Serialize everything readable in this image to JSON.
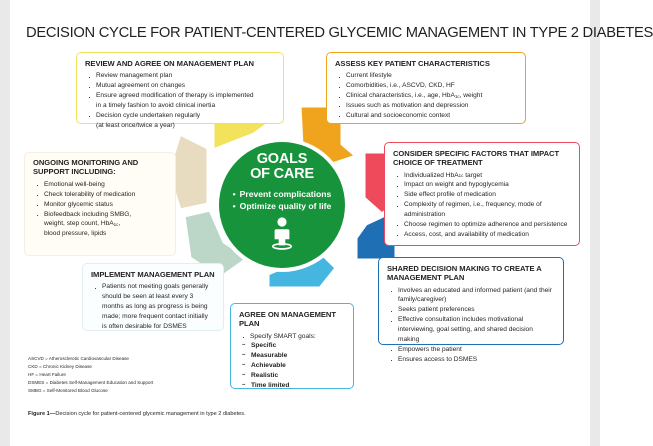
{
  "title": "DECISION CYCLE FOR PATIENT-CENTERED GLYCEMIC MANAGEMENT IN TYPE 2 DIABETES",
  "colors": {
    "core_green": "#17933b",
    "yellow": "#f2e25c",
    "orange": "#f0a41e",
    "red": "#ef4a5c",
    "dark_blue": "#1f6fb4",
    "light_blue": "#45b6e0",
    "pale_green": "#bcd7c7",
    "beige": "#e8dcc0"
  },
  "core": {
    "title_line1": "GOALS",
    "title_line2": "OF CARE",
    "bullets": [
      "Prevent complications",
      "Optimize quality of life"
    ],
    "icon": "person-icon"
  },
  "boxes": {
    "review": {
      "heading": "REVIEW AND AGREE ON MANAGEMENT PLAN",
      "items": [
        "Review management plan",
        "Mutual agreement on changes",
        "Ensure agreed modification of therapy is implemented",
        "in a timely fashion to avoid clinical inertia",
        "Decision cycle undertaken regularly",
        "(at least once/twice a year)"
      ]
    },
    "assess": {
      "heading": "ASSESS KEY PATIENT CHARACTERISTICS",
      "items": [
        "Current lifestyle",
        "Comorbidities, i.e., ASCVD, CKD, HF",
        "Clinical characteristics, i.e., age, HbA1c, weight",
        "Issues such as motivation and depression",
        "Cultural and socioeconomic context"
      ]
    },
    "monitoring": {
      "heading_line1": "ONGOING MONITORING AND",
      "heading_line2": "SUPPORT INCLUDING:",
      "items": [
        "Emotional well-being",
        "Check tolerability of medication",
        "Monitor glycemic status",
        "Biofeedback including SMBG,",
        "weight, step count, HbA1c,",
        "blood pressure, lipids"
      ]
    },
    "consider": {
      "heading_line1": "CONSIDER SPECIFIC FACTORS THAT IMPACT",
      "heading_line2": "CHOICE OF TREATMENT",
      "items": [
        "Individualized HbA1c target",
        "Impact on weight and hypoglycemia",
        "Side effect profile of medication",
        "Complexity of regimen, i.e., frequency, mode of administration",
        "Choose regimen to optimize adherence and persistence",
        "Access, cost, and availability of medication"
      ]
    },
    "implement": {
      "heading": "IMPLEMENT MANAGEMENT PLAN",
      "items": [
        "Patients not meeting goals generally",
        "should be seen at least every 3",
        "months as long as progress is being",
        "made; more frequent contact initially",
        "is often desirable for DSMES"
      ]
    },
    "agree": {
      "heading": "AGREE ON MANAGEMENT PLAN",
      "lead": "Specify SMART goals:",
      "smart": [
        "Specific",
        "Measurable",
        "Achievable",
        "Realistic",
        "Time limited"
      ]
    },
    "shared": {
      "heading_line1": "SHARED DECISION MAKING TO CREATE A",
      "heading_line2": "MANAGEMENT PLAN",
      "items": [
        "Involves an educated and informed patient (and their",
        "family/caregiver)",
        "Seeks patient preferences",
        "Effective consultation includes motivational",
        "interviewing, goal setting, and shared decision making",
        "Empowers the patient",
        "Ensures access to DSMES"
      ]
    }
  },
  "abbreviations": [
    "ASCVD = Atherosclerotic Cardiovascular Disease",
    "CKD = Chronic Kidney Disease",
    "HF = Heart Failure",
    "DSMES = Diabetes Self-Management Education and Support",
    "SMBG = Self-Monitored Blood Glucose"
  ],
  "caption": {
    "label": "Figure 1—",
    "text": "Decision cycle for patient-centered glycemic management in type 2 diabetes."
  }
}
